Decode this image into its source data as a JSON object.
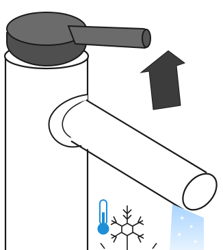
{
  "icons": {
    "faucet": "faucet-illustration",
    "lever": "mixer-lever",
    "arrow": "arrow-up-icon",
    "thermometer": "thermometer-icon",
    "snowflake": "snowflake-icon",
    "water": "cold-water-stream"
  },
  "colors": {
    "outline": "#1a1a1a",
    "lever_fill": "#6b6b6b",
    "lever_dark": "#4f4f4f",
    "arrow_fill": "#3c3c3c",
    "cold_blue": "#1c8fd6",
    "water_light": "#d8ecff",
    "water_mid": "#a8d3ff"
  },
  "states": {
    "lever_raised": true,
    "water_temperature": "cold"
  }
}
